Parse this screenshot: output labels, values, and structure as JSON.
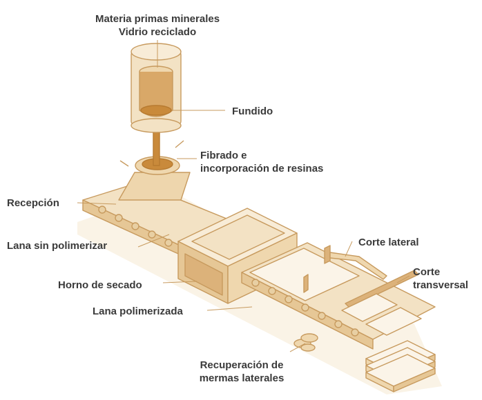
{
  "colors": {
    "fill_light": "#f8ecd7",
    "fill_mid": "#efd7ae",
    "fill_dark": "#dcb27a",
    "stroke": "#c79a5e",
    "molten": "#c98a3b",
    "text": "#3a3a3a"
  },
  "labels": {
    "materias_line1": "Materia primas minerales",
    "materias_line2": "Vidrio reciclado",
    "fundido": "Fundido",
    "fibrado_line1": "Fibrado e",
    "fibrado_line2": "incorporación de resinas",
    "recepcion": "Recepción",
    "lana_sin": "Lana sin  polimerizar",
    "corte_lateral": "Corte lateral",
    "corte_transversal_line1": "Corte",
    "corte_transversal_line2": "transversal",
    "horno": "Horno de secado",
    "lana_polimerizada": "Lana polimerizada",
    "recuperacion_line1": "Recuperación de",
    "recuperacion_line2": "mermas laterales"
  }
}
